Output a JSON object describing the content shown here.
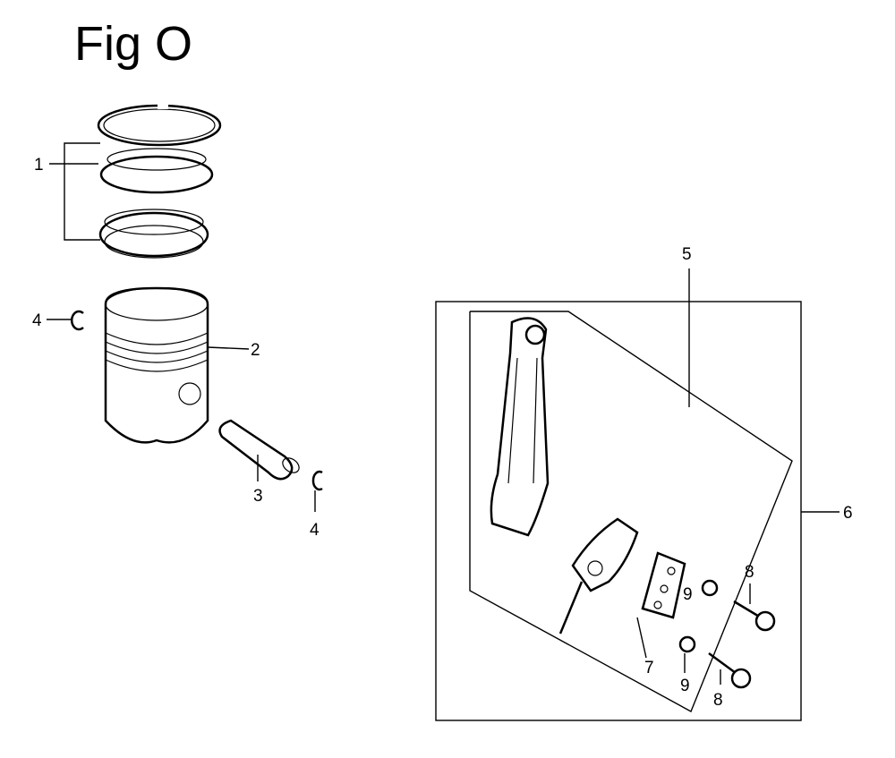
{
  "figure": {
    "title": "Fig O"
  },
  "callouts": {
    "piston_rings": "1",
    "piston": "2",
    "piston_pin": "3",
    "clip_left": "4",
    "clip_right": "4",
    "connecting_rod": "5",
    "rod_assembly": "6",
    "lock_plate": "7",
    "bolt_upper": "8",
    "bolt_lower": "8",
    "washer_upper": "9",
    "washer_lower": "9"
  }
}
